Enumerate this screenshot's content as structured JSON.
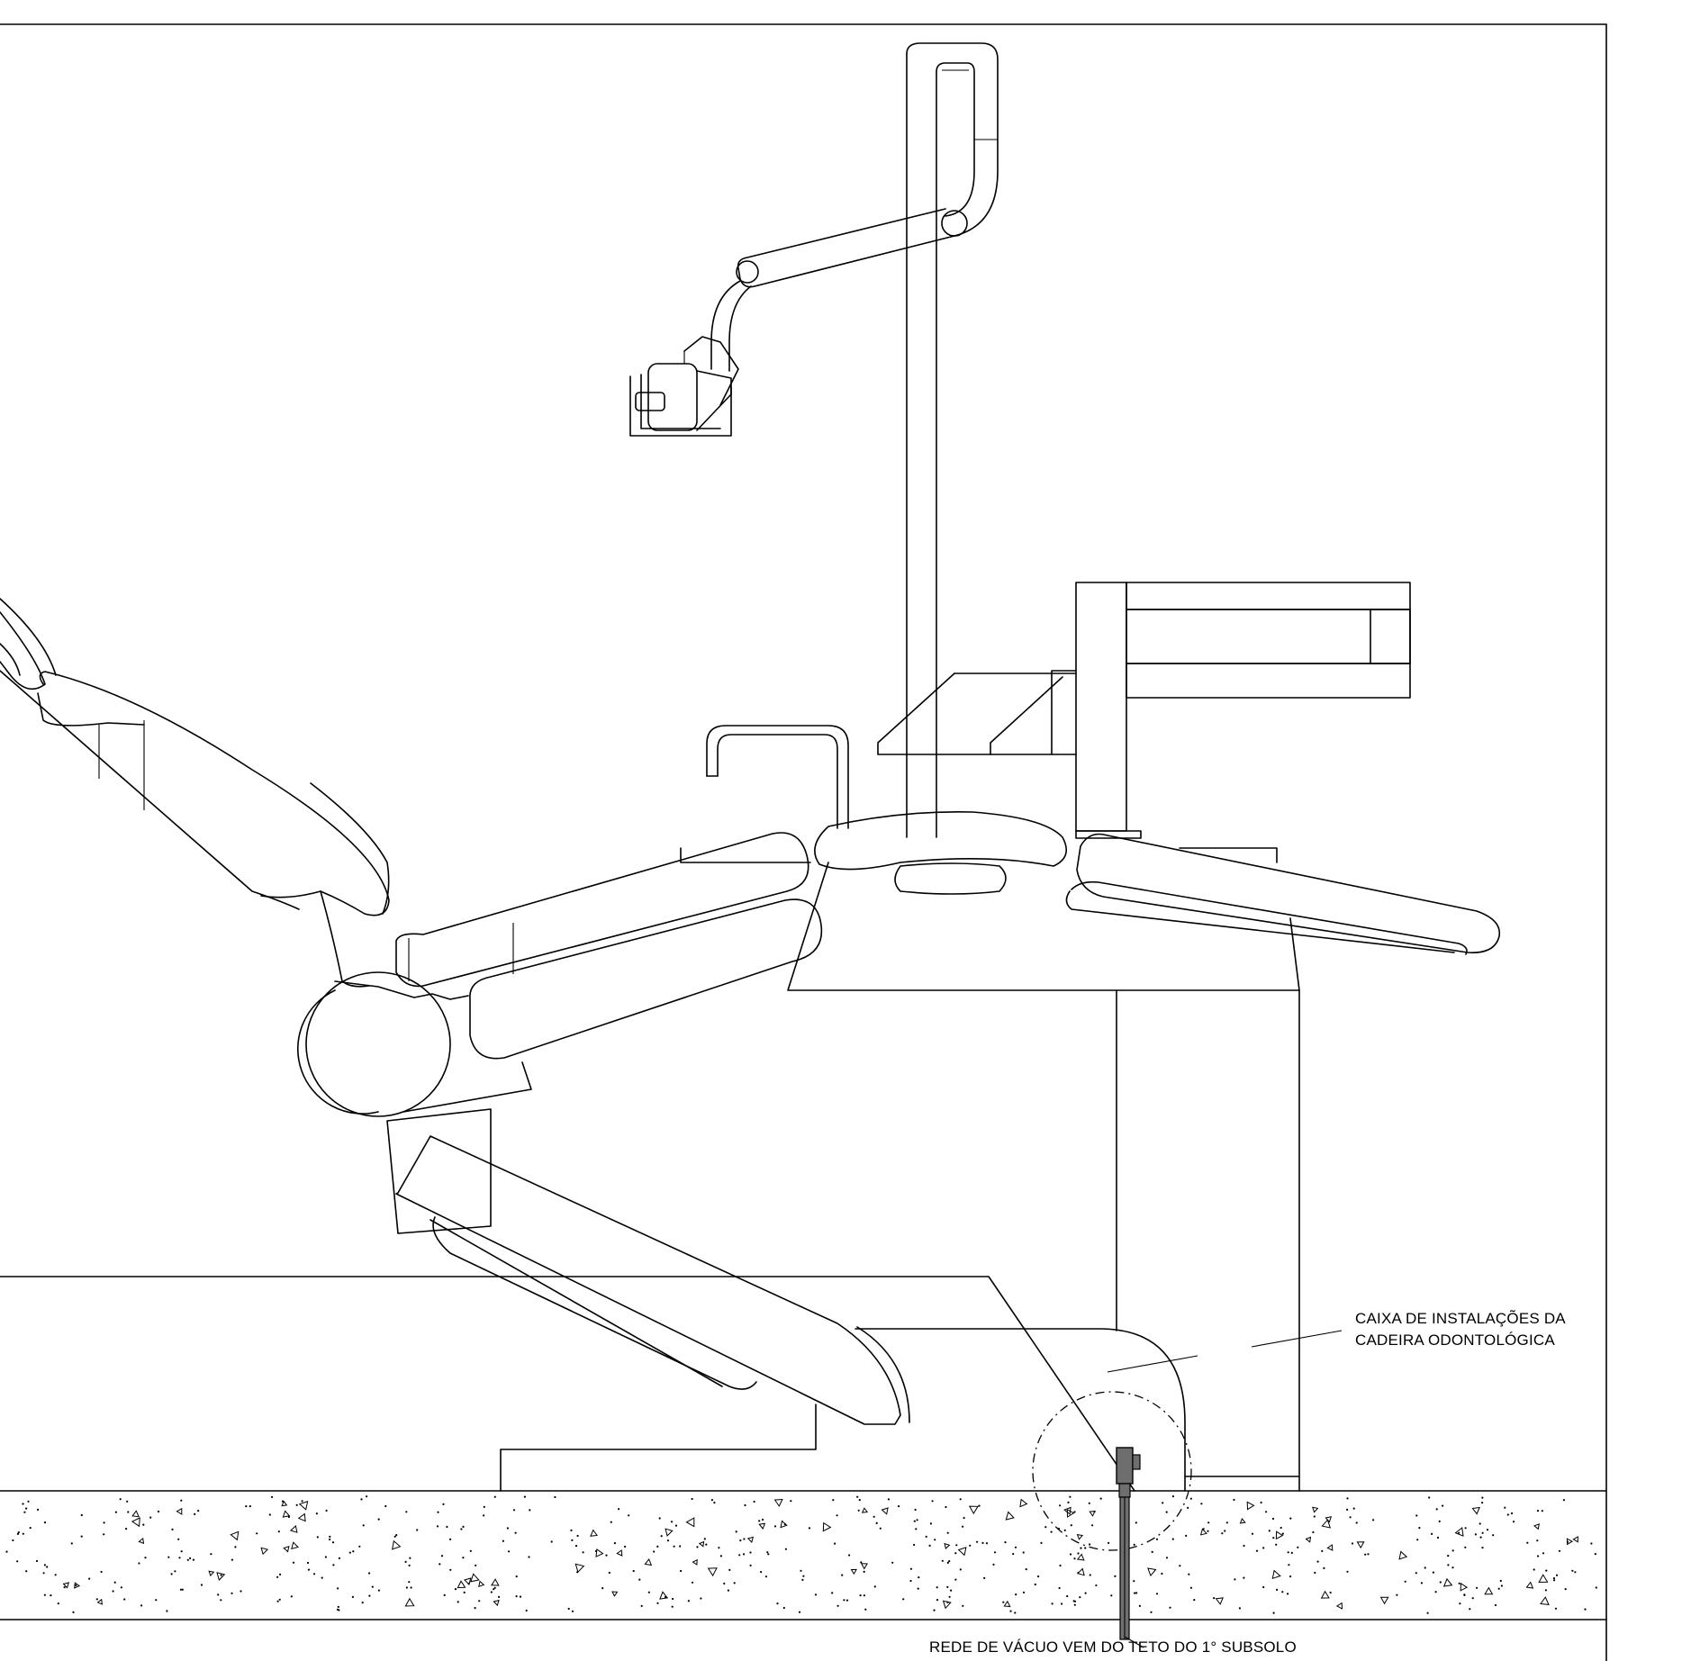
{
  "annotations": {
    "installation_box_line1": "CAIXA DE INSTALAÇÕES DA",
    "installation_box_line2": "CADEIRA ODONTOLÓGICA",
    "vacuum_network": "REDE DE VÁCUO VEM DO TETO DO 1° SUBSOLO"
  }
}
